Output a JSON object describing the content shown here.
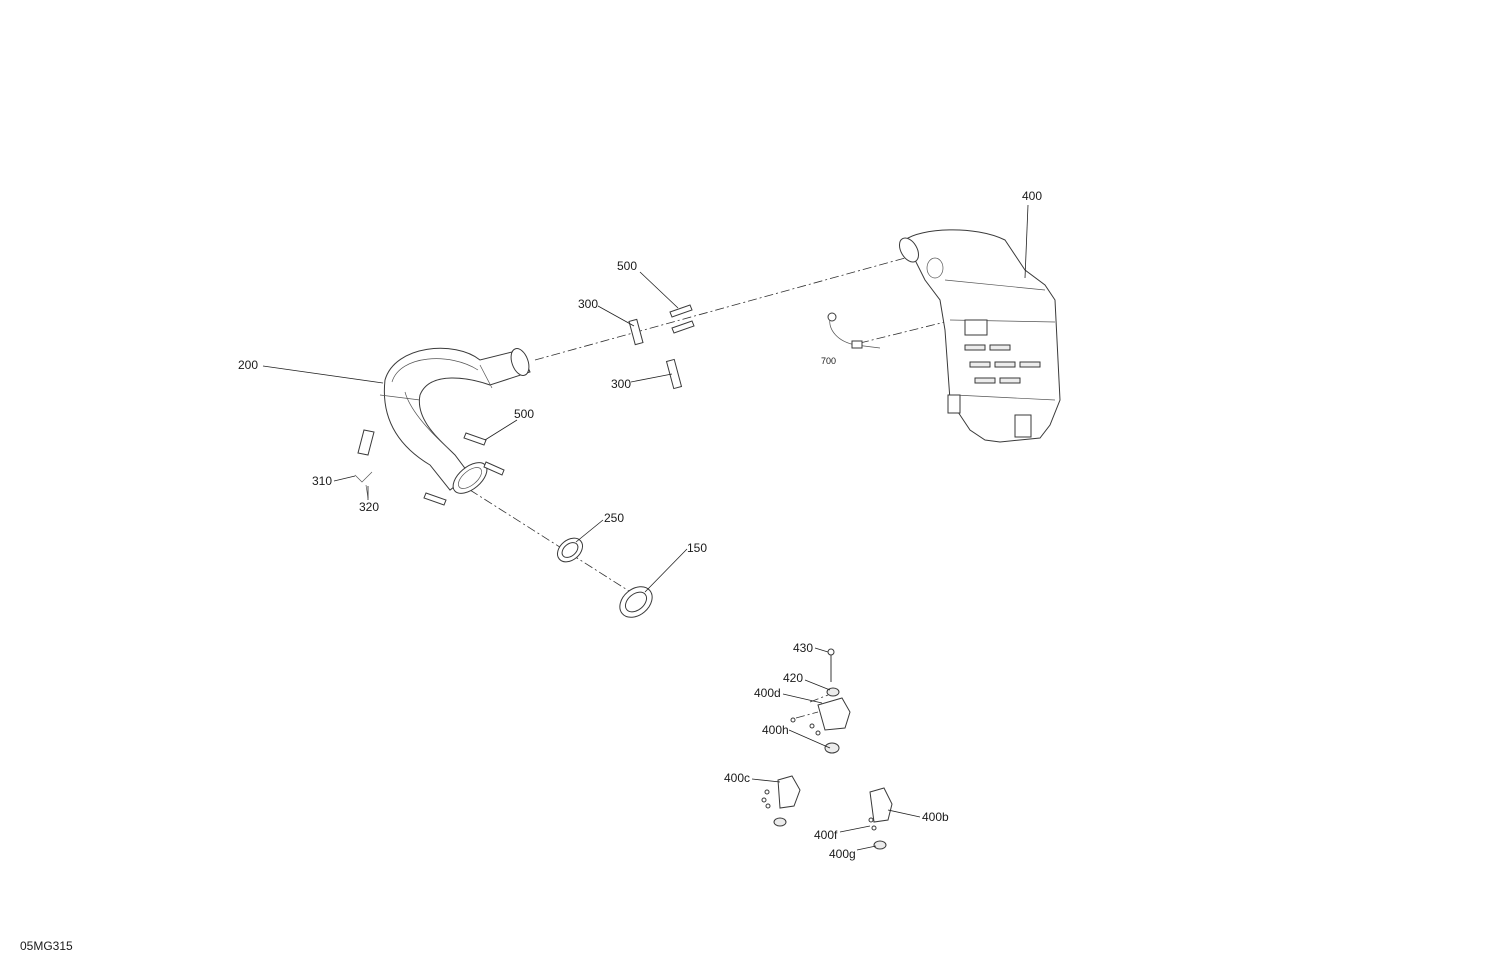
{
  "diagram_ref": "05MG315",
  "callouts": {
    "c400": "400",
    "c500_top": "500",
    "c300_top": "300",
    "c200": "200",
    "c700": "700",
    "c300_mid": "300",
    "c500_mid": "500",
    "c310": "310",
    "c320": "320",
    "c250": "250",
    "c150": "150",
    "c430": "430",
    "c420": "420",
    "c400d": "400d",
    "c400h": "400h",
    "c400c": "400c",
    "c400b": "400b",
    "c400f": "400f",
    "c400g": "400g"
  }
}
